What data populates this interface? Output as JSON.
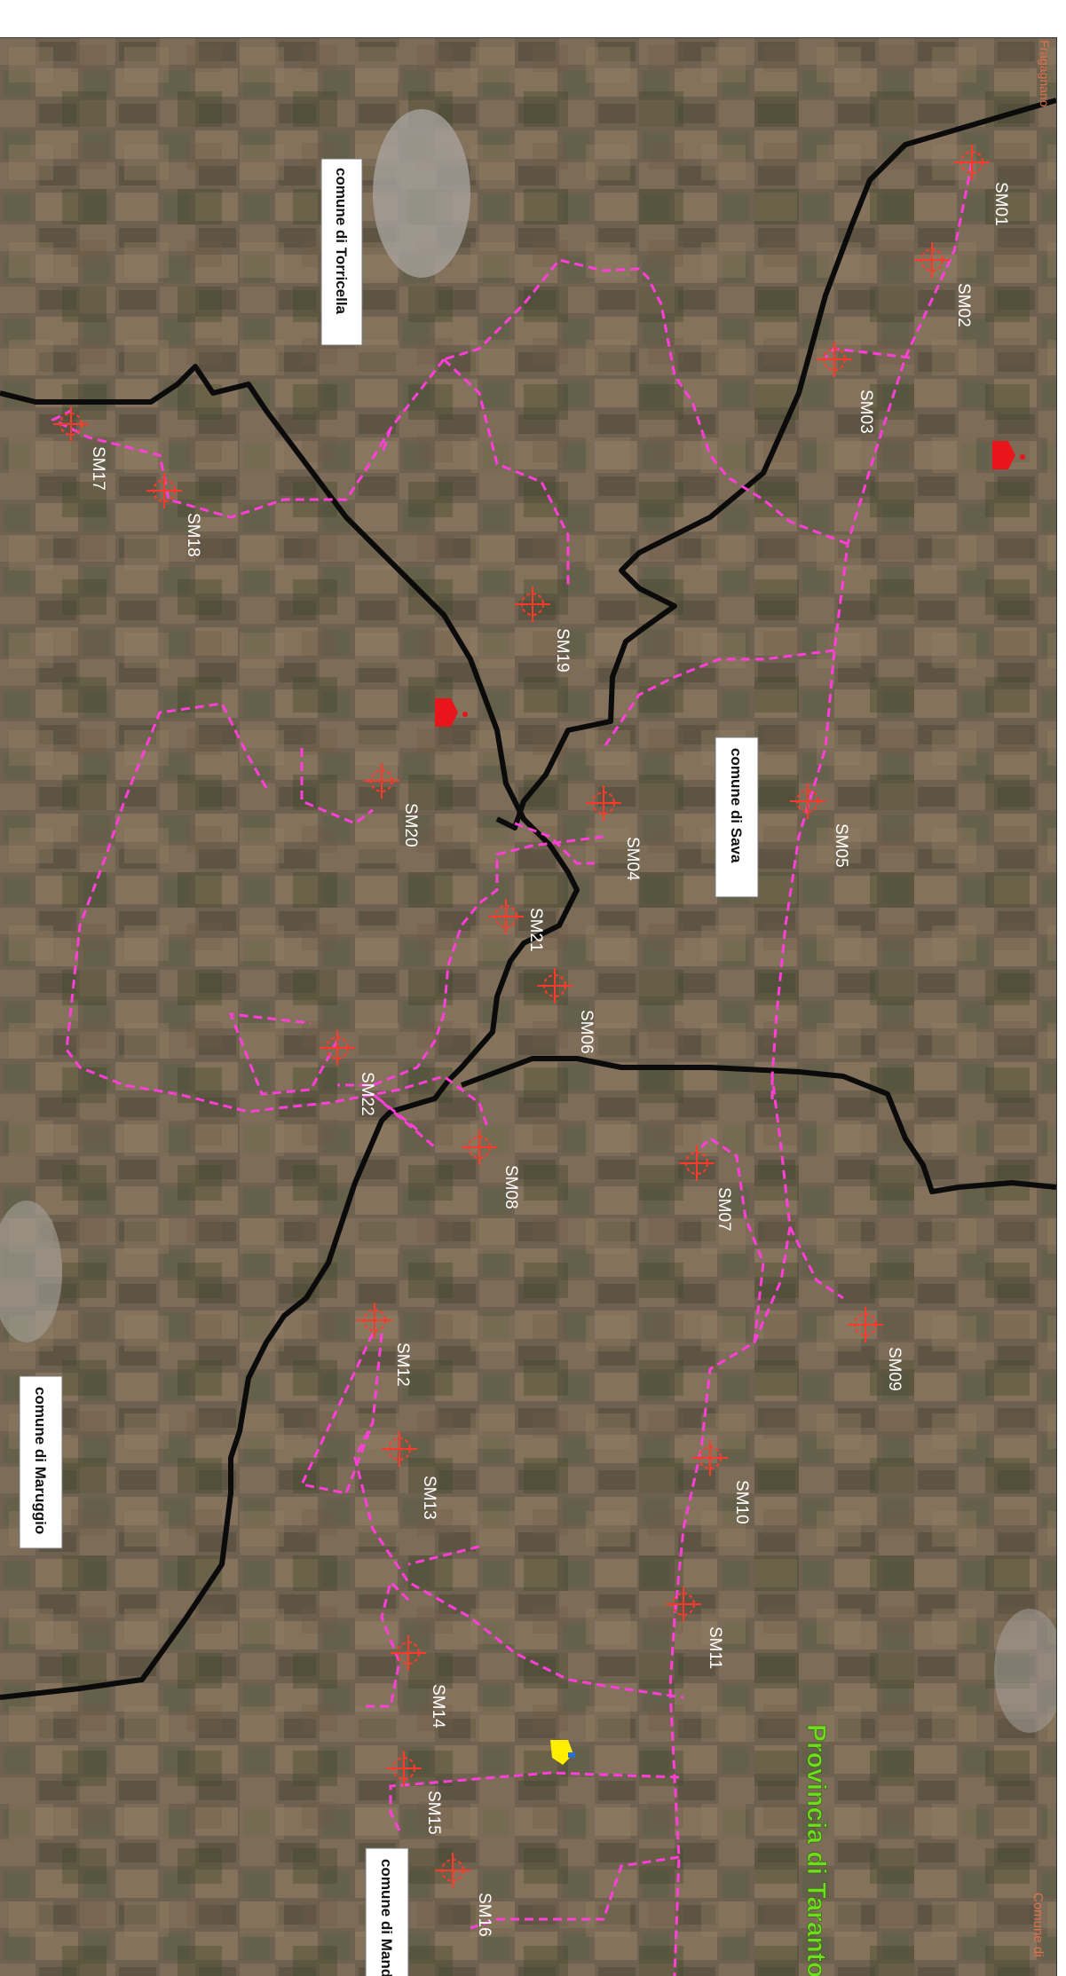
{
  "map": {
    "colors": {
      "boundary": "#0b0b0b",
      "route": "#ff3fd8",
      "turbine": "#ff3a2a",
      "pin": "#e8151b",
      "province_label": "#6fdc1f",
      "yellow_marker": "#ffee00"
    },
    "region_labels": [
      {
        "id": "torricella",
        "text": "comune di Torricella"
      },
      {
        "id": "sava",
        "text": "comune di Sava"
      },
      {
        "id": "maruggio",
        "text": "comune di Maruggio"
      },
      {
        "id": "manduria",
        "text": "comune di Mandu"
      }
    ],
    "province_label": {
      "text": "Provincia di Taranto"
    },
    "corner_text": {
      "top_right": "Fragagnano",
      "bottom_right": "Comune di"
    },
    "turbine_labels": [
      {
        "id": "SM01",
        "text": "SM01"
      },
      {
        "id": "SM02",
        "text": "SM02"
      },
      {
        "id": "SM03",
        "text": "SM03"
      },
      {
        "id": "SM04",
        "text": "SM04"
      },
      {
        "id": "SM05",
        "text": "SM05"
      },
      {
        "id": "SM06",
        "text": "SM06"
      },
      {
        "id": "SM07",
        "text": "SM07"
      },
      {
        "id": "SM08",
        "text": "SM08"
      },
      {
        "id": "SM09",
        "text": "SM09"
      },
      {
        "id": "SM10",
        "text": "SM10"
      },
      {
        "id": "SM11",
        "text": "SM11"
      },
      {
        "id": "SM12",
        "text": "SM12"
      },
      {
        "id": "SM13",
        "text": "SM13"
      },
      {
        "id": "SM14",
        "text": "SM14"
      },
      {
        "id": "SM15",
        "text": "SM15"
      },
      {
        "id": "SM16",
        "text": "SM16"
      },
      {
        "id": "SM17",
        "text": "SM17"
      },
      {
        "id": "SM18",
        "text": "SM18"
      },
      {
        "id": "SM19",
        "text": "SM19"
      },
      {
        "id": "SM20",
        "text": "SM20"
      },
      {
        "id": "SM21",
        "text": "SM21"
      },
      {
        "id": "SM22",
        "text": "SM22"
      }
    ]
  }
}
